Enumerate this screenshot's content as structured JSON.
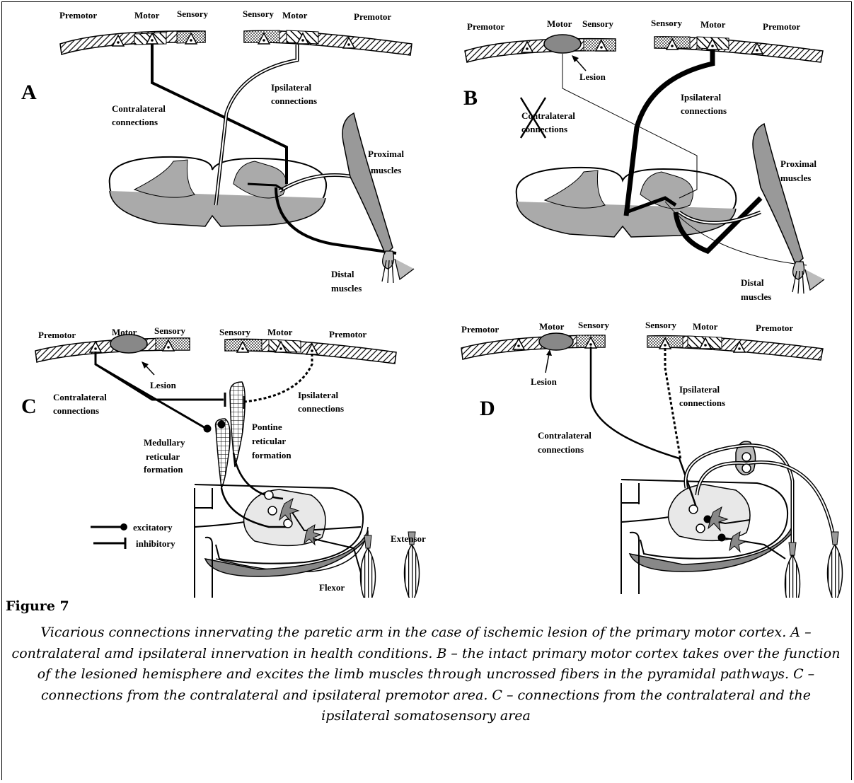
{
  "figure": {
    "title": "Figure 7",
    "caption": "Vicarious connections innervating the paretic arm in the case of ischemic lesion of the primary motor cortex. A – contralateral amd ipsilateral innervation in health conditions. B – the intact primary motor cortex takes over the function of the lesioned hemisphere and excites the limb muscles through uncrossed fibers in the pyramidal pathways. C – connections from the contralateral and ipsilateral premotor area. C – connections from the contralateral and the ipsilateral somatosensory area"
  },
  "cortex_labels": {
    "premotor": "Premotor",
    "motor": "Motor",
    "sensory": "Sensory",
    "lesion": "Lesion"
  },
  "panel_a": {
    "letter": "A",
    "contralateral": [
      "Contralateral",
      "connections"
    ],
    "ipsilateral": [
      "Ipsilateral",
      "connections"
    ],
    "proximal": [
      "Proximal",
      "muscles"
    ],
    "distal": [
      "Distal",
      "muscles"
    ]
  },
  "panel_b": {
    "letter": "B",
    "contralateral": [
      "Contralateral",
      "connections"
    ],
    "ipsilateral": [
      "Ipsilateral",
      "connections"
    ],
    "proximal": [
      "Proximal",
      "muscles"
    ],
    "distal": [
      "Distal",
      "muscles"
    ]
  },
  "panel_c": {
    "letter": "C",
    "contralateral": [
      "Contralateral",
      "connections"
    ],
    "ipsilateral": [
      "Ipsilateral",
      "connections"
    ],
    "medullary": [
      "Medullary",
      "reticular",
      "formation"
    ],
    "pontine": [
      "Pontine",
      "reticular",
      "formation"
    ],
    "legend_excitatory": "excitatory",
    "legend_inhibitory": "inhibitory",
    "extensor": "Extensor",
    "flexor": "Flexor"
  },
  "panel_d": {
    "letter": "D",
    "contralateral": [
      "Contralateral",
      "connections"
    ],
    "ipsilateral": [
      "Ipsilateral",
      "connections"
    ]
  }
}
